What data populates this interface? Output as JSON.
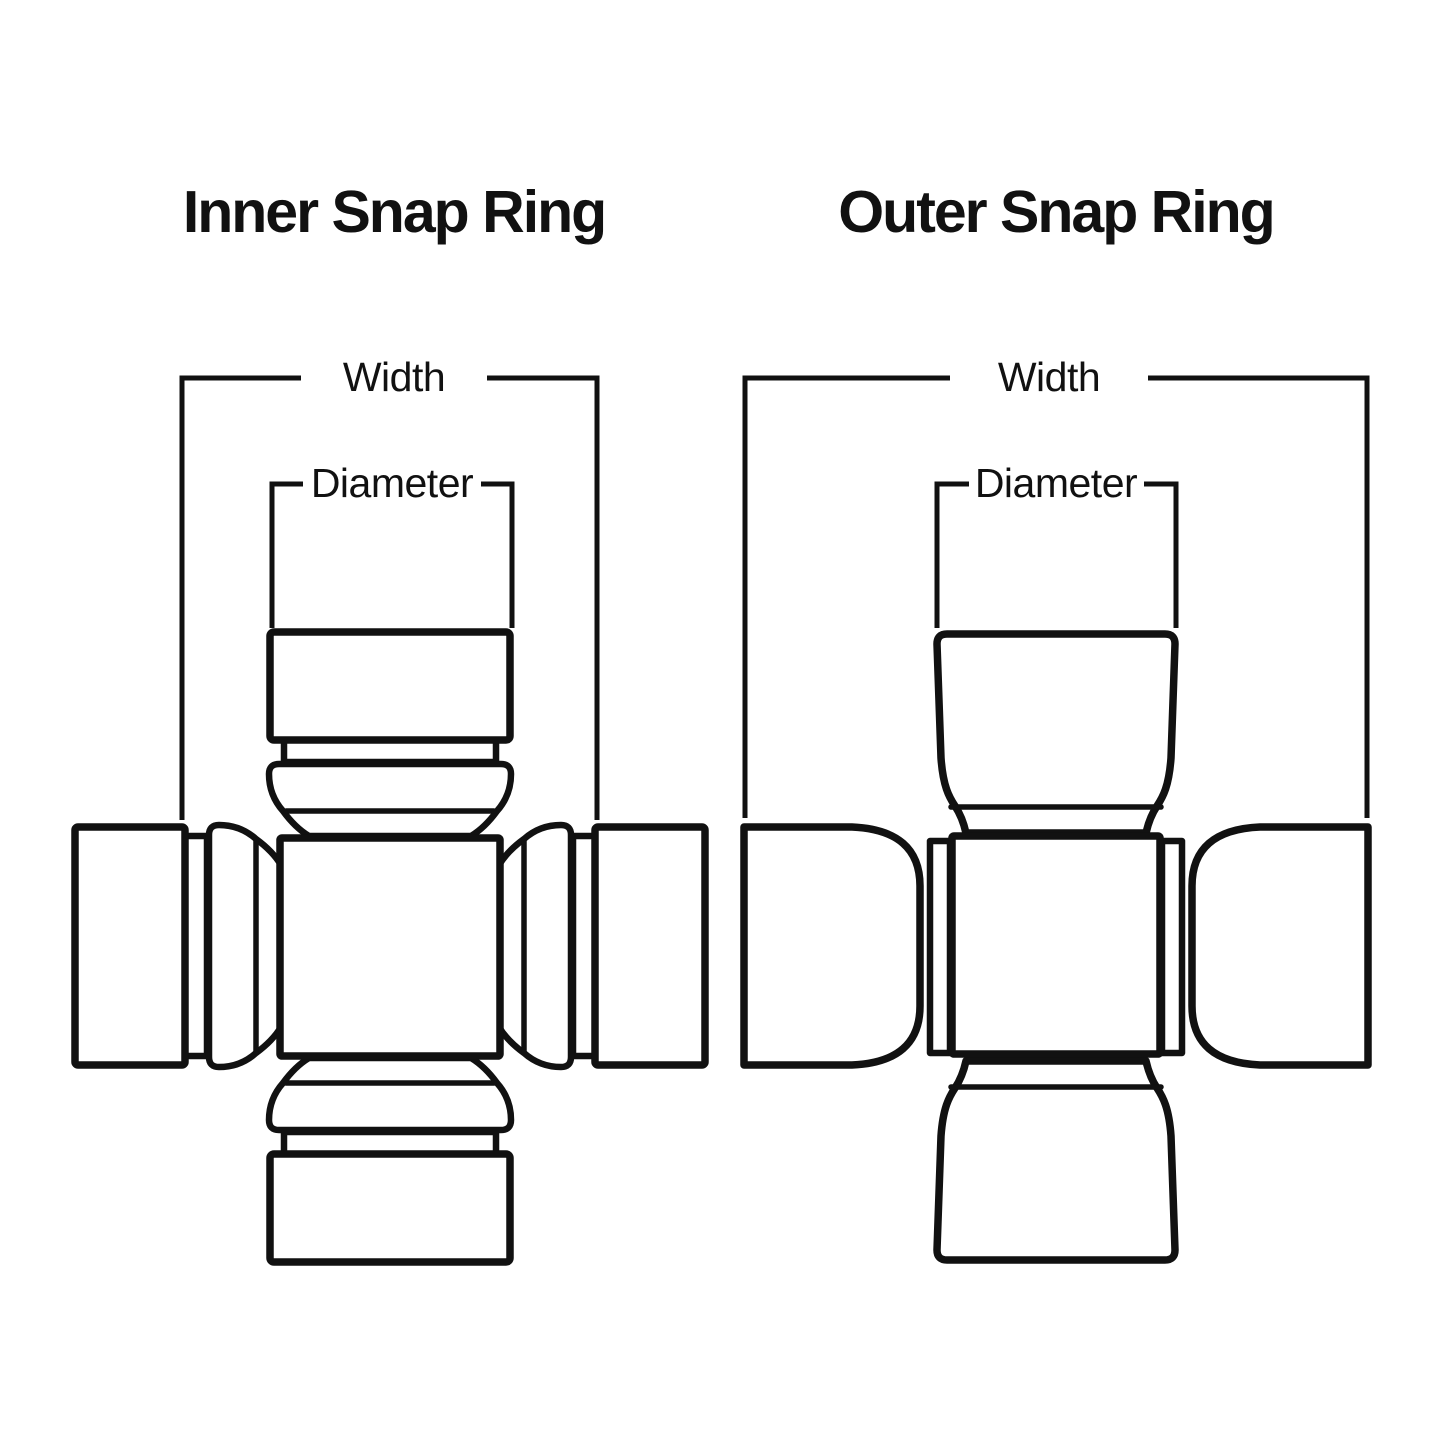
{
  "page": {
    "background_color": "#ffffff",
    "line_color": "#111111",
    "description": "Comparison diagram of universal joint cross styles"
  },
  "diagrams": [
    {
      "title": "Inner Snap Ring",
      "snap_ring_style": "inner",
      "width_label": "Width",
      "diameter_label": "Diameter"
    },
    {
      "title": "Outer Snap Ring",
      "snap_ring_style": "outer",
      "width_label": "Width",
      "diameter_label": "Diameter"
    }
  ]
}
